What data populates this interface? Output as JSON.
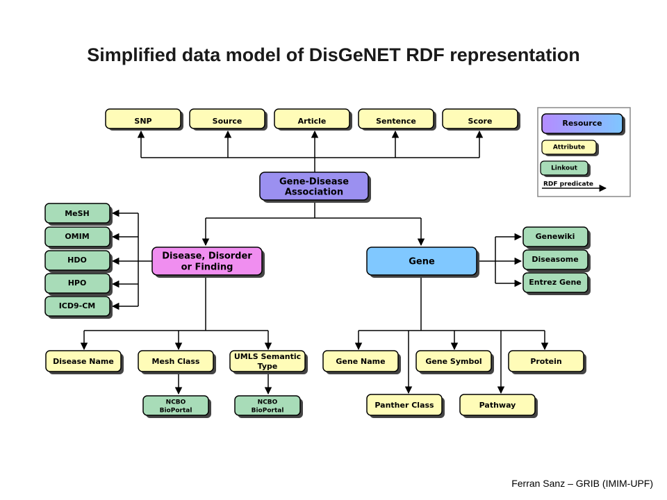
{
  "title": "Simplified data model of DisGeNET RDF representation",
  "footer": "Ferran Sanz – GRIB (IMIM-UPF)",
  "colors": {
    "attribute": "#fffcb8",
    "linkout": "#a8dcb8",
    "resource_gda": "#9b90f0",
    "resource_disease": "#f08ef0",
    "resource_gene": "#80c8ff",
    "legend_resource_from": "#b48cff",
    "legend_resource_to": "#7fc6ff"
  },
  "nodes": {
    "snp": "SNP",
    "source": "Source",
    "article": "Article",
    "sentence": "Sentence",
    "score": "Score",
    "gda": [
      "Gene-Disease",
      "Association"
    ],
    "disease": [
      "Disease, Disorder",
      "or Finding"
    ],
    "gene": "Gene",
    "mesh": "MeSH",
    "omim": "OMIM",
    "hdo": "HDO",
    "hpo": "HPO",
    "icd9": "ICD9-CM",
    "genewiki": "Genewiki",
    "diseasome": "Diseasome",
    "entrez": "Entrez Gene",
    "disease_name": "Disease Name",
    "mesh_class": "Mesh Class",
    "umls": [
      "UMLS Semantic",
      "Type"
    ],
    "ncbo1": [
      "NCBO",
      "BioPortal"
    ],
    "ncbo2": [
      "NCBO",
      "BioPortal"
    ],
    "gene_name": "Gene Name",
    "gene_symbol": "Gene Symbol",
    "protein": "Protein",
    "panther": "Panther Class",
    "pathway": "Pathway"
  },
  "legend": {
    "resource": "Resource",
    "attribute": "Attribute",
    "linkout": "Linkout",
    "predicate": "RDF predicate"
  }
}
